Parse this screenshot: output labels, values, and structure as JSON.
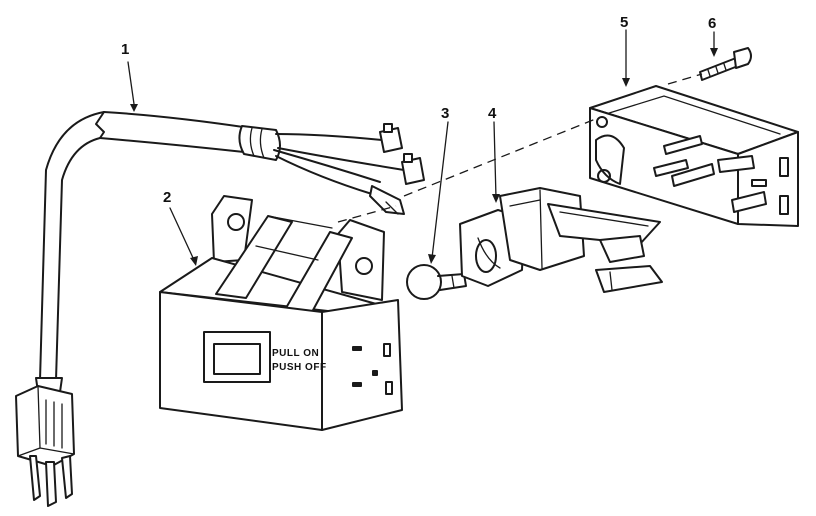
{
  "callouts": [
    "1",
    "2",
    "3",
    "4",
    "5",
    "6"
  ],
  "switch_labels": {
    "line1": "PULL ON",
    "line2": "PUSH OFF"
  }
}
